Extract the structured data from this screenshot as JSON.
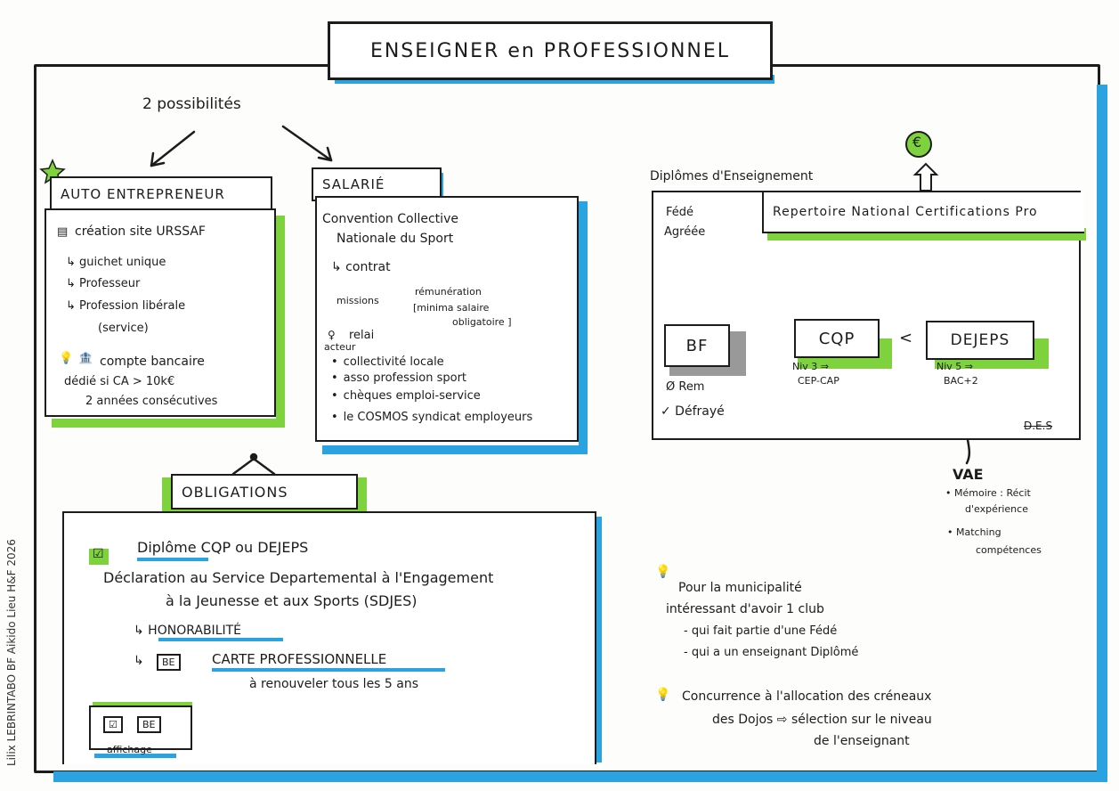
{
  "title": "ENSEIGNER en PROFESSIONNEL",
  "possibilities": "2 possibilités",
  "auto": {
    "title": "AUTO ENTREPRENEUR",
    "line1": "création site URSSAF",
    "line2": "↳ guichet unique",
    "line3": "↳ Professeur",
    "line4": "↳ Profession libérale",
    "line5": "(service)",
    "line6": "compte bancaire",
    "line7": "dédié si CA > 10k€",
    "line8": "2 années consécutives"
  },
  "salarie": {
    "title": "SALARIÉ",
    "line1": "Convention Collective",
    "line2": "Nationale du Sport",
    "line3": "↳ contrat",
    "missions": "missions",
    "remuneration": "rémunération",
    "minima": "[minima salaire",
    "obligatoire": "obligatoire ]",
    "relai": "relai",
    "acteur": "acteur",
    "items": [
      "collectivité locale",
      "asso profession sport",
      "chèques emploi-service",
      "le COSMOS syndicat employeurs"
    ]
  },
  "obligations": {
    "title": "OBLIGATIONS",
    "diplome": "Diplôme CQP ou DEJEPS",
    "declaration1": "Déclaration au Service Departemental à l'Engagement",
    "declaration2": "à la Jeunesse et aux Sports (SDJES)",
    "honorabilite": "↳ HONORABILITÉ",
    "carte": "CARTE PROFESSIONNELLE",
    "carte_prefix": "↳",
    "renouveler": "à renouveler tous les 5 ans",
    "affichage": "affichage"
  },
  "diplomes": {
    "header": "Diplômes d'Enseignement",
    "fede": "Fédé",
    "agreee": "Agréée",
    "rncp": "Repertoire National Certifications Pro",
    "bf": "BF",
    "rem": "Ø Rem",
    "defraye": "✓ Défrayé",
    "cqp": "CQP",
    "dejeps": "DEJEPS",
    "lt": "<",
    "cqp_niv": "Niv 3 ⇒",
    "cqp_eq": "CEP-CAP",
    "dejeps_niv": "Niv 5 ⇒",
    "dejeps_eq": "BAC+2",
    "euro": "€",
    "crossed": "D.E.S"
  },
  "vae": {
    "title": "VAE",
    "item1a": "• Mémoire : Récit",
    "item1b": "d'expérience",
    "item2a": "• Matching",
    "item2b": "compétences"
  },
  "notes": {
    "n1a": "Pour la municipalité",
    "n1b": "intéressant d'avoir 1 club",
    "n1c": "- qui fait partie d'une Fédé",
    "n1d": "- qui a un enseignant Diplômé",
    "n2a": "Concurrence à l'allocation des créneaux",
    "n2b": "des Dojos ⇨ sélection sur le niveau",
    "n2c": "de l'enseignant"
  },
  "side_credit": "Lilix LEBRINTABO  BF Aikido  Lieu H&F 2026",
  "colors": {
    "green": "#7ed23d",
    "blue": "#2aa3e0",
    "ink": "#1c1c1c"
  }
}
